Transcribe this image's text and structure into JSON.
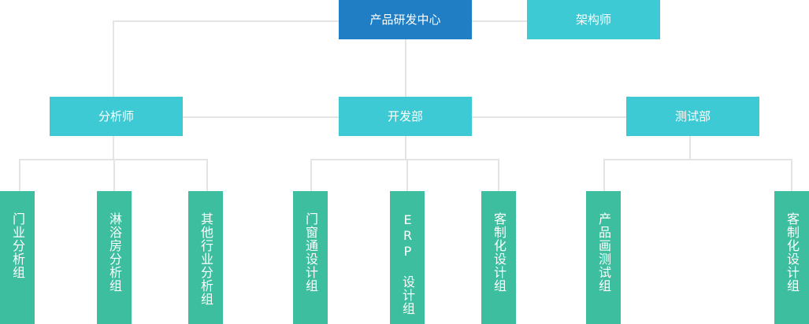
{
  "colors": {
    "root": "#1f7ec4",
    "node": "#3ecad4",
    "leaf": "#3dbe9e",
    "line": "#e4e4e4"
  },
  "root": {
    "label": "产品研发中心"
  },
  "architect": {
    "label": "架构师"
  },
  "departments": [
    {
      "label": "分析师"
    },
    {
      "label": "开发部"
    },
    {
      "label": "测试部"
    }
  ],
  "groups": [
    {
      "label": "门业分析组"
    },
    {
      "label": "淋浴房分析组"
    },
    {
      "label": "其他行业分析组"
    },
    {
      "label": "门窗通设计组"
    },
    {
      "label": "ERP 设计组"
    },
    {
      "label": "客制化设计组"
    },
    {
      "label": "产品画测试组"
    },
    {
      "label": "客制化设计组"
    }
  ]
}
